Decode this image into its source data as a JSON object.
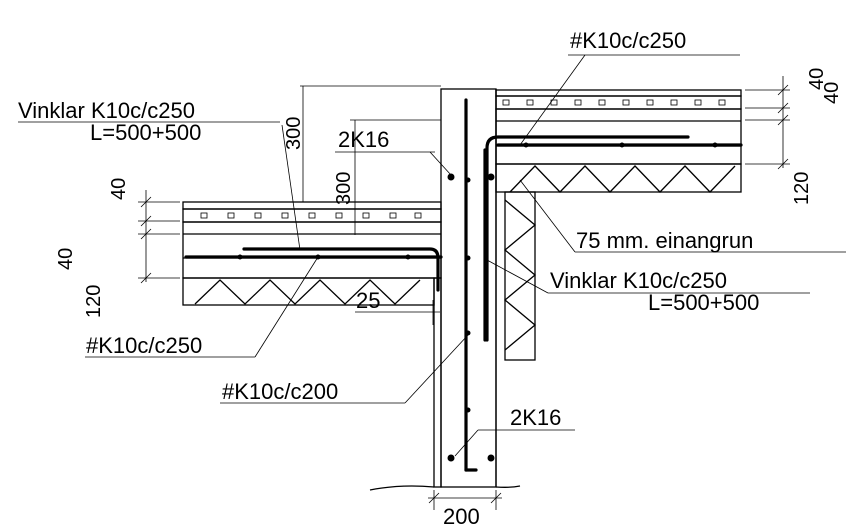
{
  "labels": {
    "top_right_mesh": "#K10c/c250",
    "left_angle_bars": "Vinklar K10c/c250",
    "left_angle_length": "L=500+500",
    "left_dim_300_a": "300",
    "left_dim_300_b": "300",
    "wall_bars_top": "2K16",
    "dim_40_left": "40",
    "dim_40_left_b": "40",
    "dim_120_left": "120",
    "dim_40_right": "40",
    "dim_40_right_b": "40",
    "dim_120_right": "120",
    "insulation": "75 mm. einangrun",
    "right_angle_bars": "Vinklar K10c/c250",
    "right_angle_length": "L=500+500",
    "dim_25": "25",
    "left_mesh": "#K10c/c250",
    "wall_mesh": "#K10c/c200",
    "wall_bars_bottom": "2K16",
    "wall_width": "200"
  }
}
